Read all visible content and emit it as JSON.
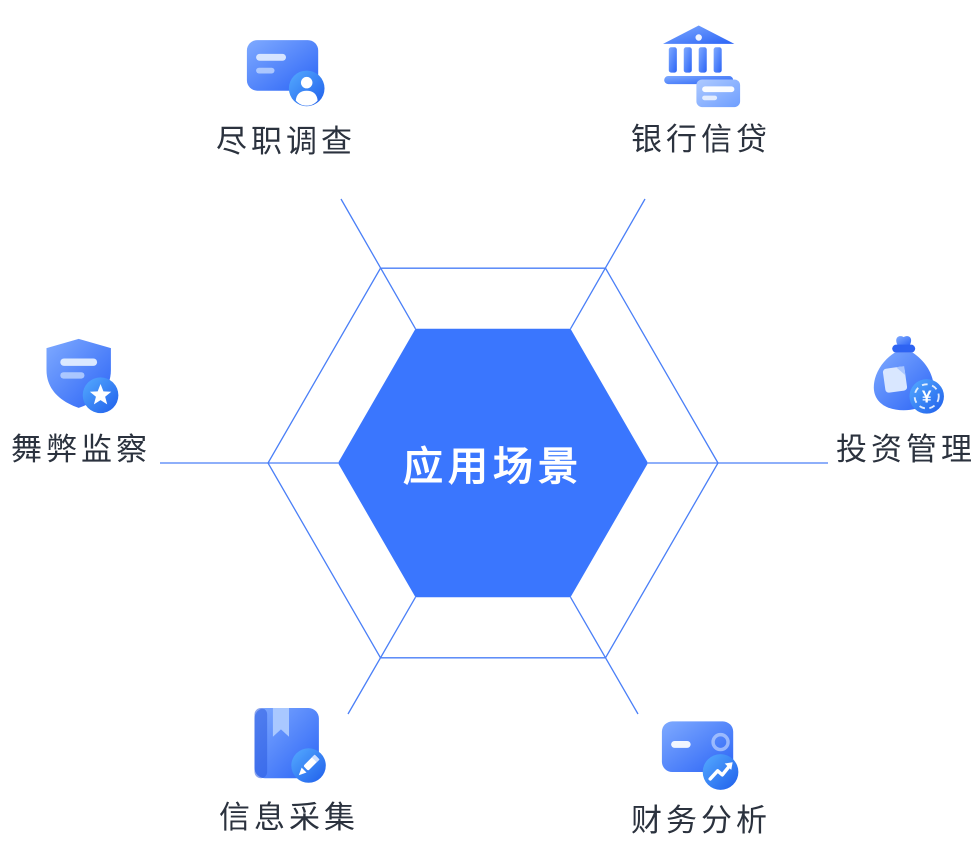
{
  "diagram": {
    "center": {
      "label": "应用场景"
    },
    "nodes": [
      {
        "id": "due-diligence",
        "label": "尽职调查",
        "icon": "card-person-icon",
        "position": "top-left"
      },
      {
        "id": "bank-credit",
        "label": "银行信贷",
        "icon": "bank-card-icon",
        "position": "top-right"
      },
      {
        "id": "fraud-monitoring",
        "label": "舞弊监察",
        "icon": "shield-star-icon",
        "position": "left"
      },
      {
        "id": "investment-management",
        "label": "投资管理",
        "icon": "money-bag-yen-icon",
        "position": "right"
      },
      {
        "id": "information-collection",
        "label": "信息采集",
        "icon": "book-pencil-icon",
        "position": "bottom-left"
      },
      {
        "id": "financial-analysis",
        "label": "财务分析",
        "icon": "card-chart-icon",
        "position": "bottom-right"
      }
    ],
    "colors": {
      "hexagon_fill": "#3A76FE",
      "line": "#4A7FF7",
      "center_text": "#FFFFFF",
      "label_text": "#2B323E",
      "icon_blue": "#2C63F5",
      "icon_light_blue": "#9DC0FF"
    }
  }
}
